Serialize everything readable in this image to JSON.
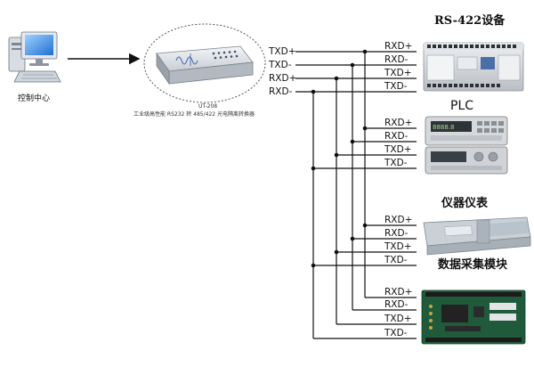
{
  "control_center_label": "控制中心",
  "converter": {
    "model": "UT-208",
    "caption": "工业级高性能 RS232 转 485/422 光电隔离转换器"
  },
  "output_signals": [
    "TXD+",
    "TXD-",
    "RXD+",
    "RXD-"
  ],
  "device_signals": [
    "RXD+",
    "RXD-",
    "TXD+",
    "TXD-"
  ],
  "devices": [
    {
      "title": "RS-422设备",
      "icon": "rs422-device-icon"
    },
    {
      "title": "PLC",
      "icon": "plc-multimeter-icon"
    },
    {
      "title": "仪器仪表",
      "icon": "instrument-meter-icon"
    },
    {
      "title": "数据采集模块",
      "icon": "data-acquisition-board-icon"
    }
  ],
  "colors": {
    "line": "#111111",
    "ellipse": "#555555",
    "computer_blue": "#3a7bd5"
  }
}
